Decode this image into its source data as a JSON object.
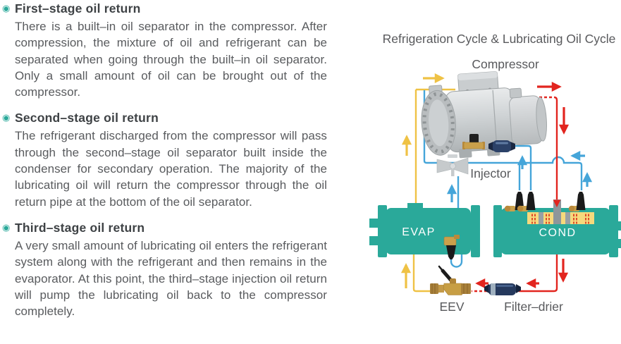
{
  "left_panel": {
    "bullet_glyph": "◉",
    "sections": [
      {
        "heading": "First–stage oil return",
        "body": "There is a built–in oil separator in the compressor. After compression, the mixture of oil and refrigerant can be separated when going through the built–in oil separator. Only a small amount of oil can be brought out of the compressor."
      },
      {
        "heading": "Second–stage oil return",
        "body": "The refrigerant discharged from the compressor will pass through the second–stage oil separator built inside the condenser for secondary operation. The majority of the lubricating oil will return the compressor through the oil return pipe at the bottom of the oil separator."
      },
      {
        "heading": "Third–stage oil return",
        "body": "A very small amount of lubricating oil enters the refrigerant system along with the refrigerant and then remains in the evaporator. At this point, the third–stage injection oil return will pump the lubricating oil back to the compressor completely."
      }
    ]
  },
  "diagram": {
    "title": "Refrigeration Cycle & Lubricating Oil Cycle",
    "labels": {
      "compressor": "Compressor",
      "injector": "Injector",
      "evaporator": "EVAP",
      "condenser": "COND",
      "eev": "EEV",
      "filter_drier": "Filter–drier"
    },
    "colors": {
      "vessel_teal": "#2aa99a",
      "oil_yellow": "#efc245",
      "suction_blue": "#45a5d9",
      "discharge_red": "#e2251f",
      "separator_band": "#f6d97c"
    }
  }
}
